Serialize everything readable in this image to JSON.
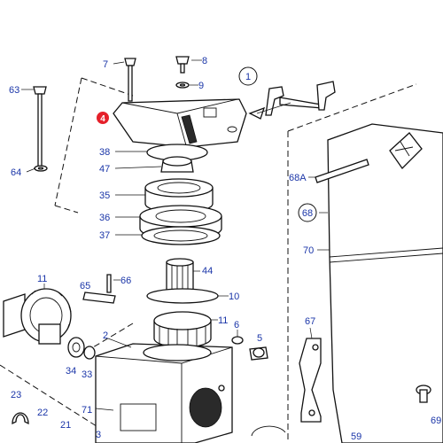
{
  "diagram": {
    "callouts": {
      "c7": "7",
      "c8": "8",
      "c9": "9",
      "c63": "63",
      "c64": "64",
      "c4": "4",
      "c38": "38",
      "c47": "47",
      "c35": "35",
      "c36": "36",
      "c37": "37",
      "c44": "44",
      "c10": "10",
      "c11a": "11",
      "c11b": "11",
      "c66": "66",
      "c65": "65",
      "c1": "1",
      "c68a": "68A",
      "c68": "68",
      "c70": "70",
      "c67": "67",
      "c6": "6",
      "c5": "5",
      "c34": "34",
      "c33": "33",
      "c2": "2",
      "c71": "71",
      "c23": "23",
      "c22": "22",
      "c21": "21",
      "c3": "3",
      "c59": "59",
      "c69": "69"
    },
    "colors": {
      "callout": "#1a35a8",
      "highlight": "#e5202a",
      "line": "#111111"
    }
  }
}
